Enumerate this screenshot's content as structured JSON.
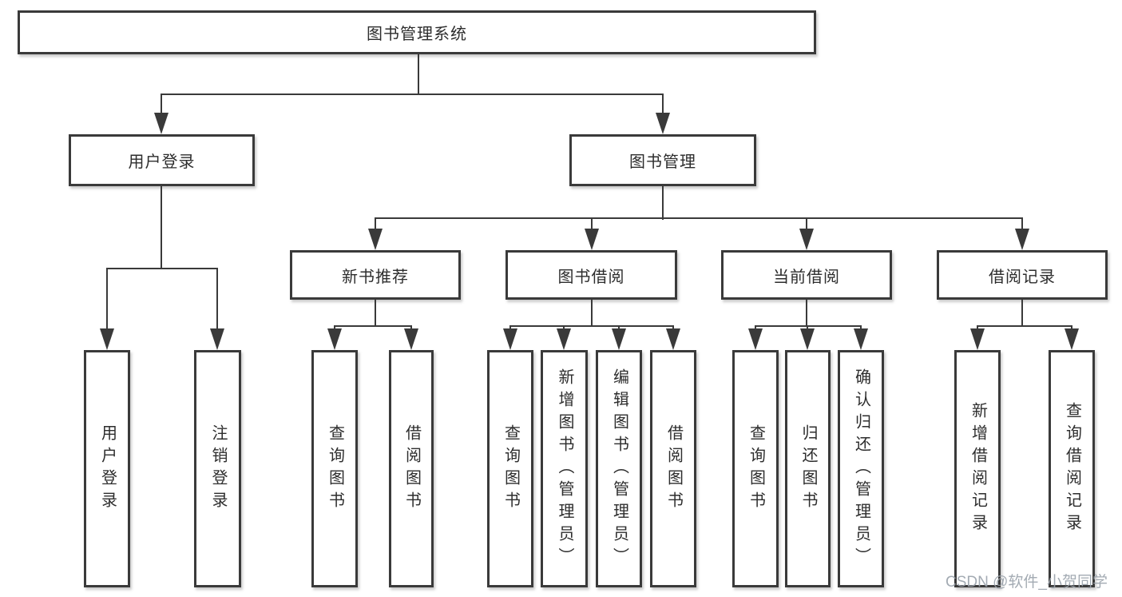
{
  "diagram": {
    "root": "图书管理系统",
    "level2": {
      "user_login": "用户登录",
      "book_management": "图书管理"
    },
    "level3": {
      "new_books": "新书推荐",
      "book_borrow": "图书借阅",
      "current_borrow": "当前借阅",
      "borrow_record": "借阅记录"
    },
    "leaves": {
      "user_login": [
        "用户登录",
        "注销登录"
      ],
      "new_books": [
        "查询图书",
        "借阅图书"
      ],
      "book_borrow": [
        "查询图书",
        "新增图书（管理员）",
        "编辑图书（管理员）",
        "借阅图书"
      ],
      "current_borrow": [
        "查询图书",
        "归还图书",
        "确认归还（管理员）"
      ],
      "borrow_record": [
        "新增借阅记录",
        "查询借阅记录"
      ]
    },
    "watermark": "CSDN @软件_小贺同学",
    "colors": {
      "line": "#3a3a3a",
      "text": "#2d2d2d",
      "watermark": "#9aa2ab",
      "background": "#ffffff"
    }
  }
}
